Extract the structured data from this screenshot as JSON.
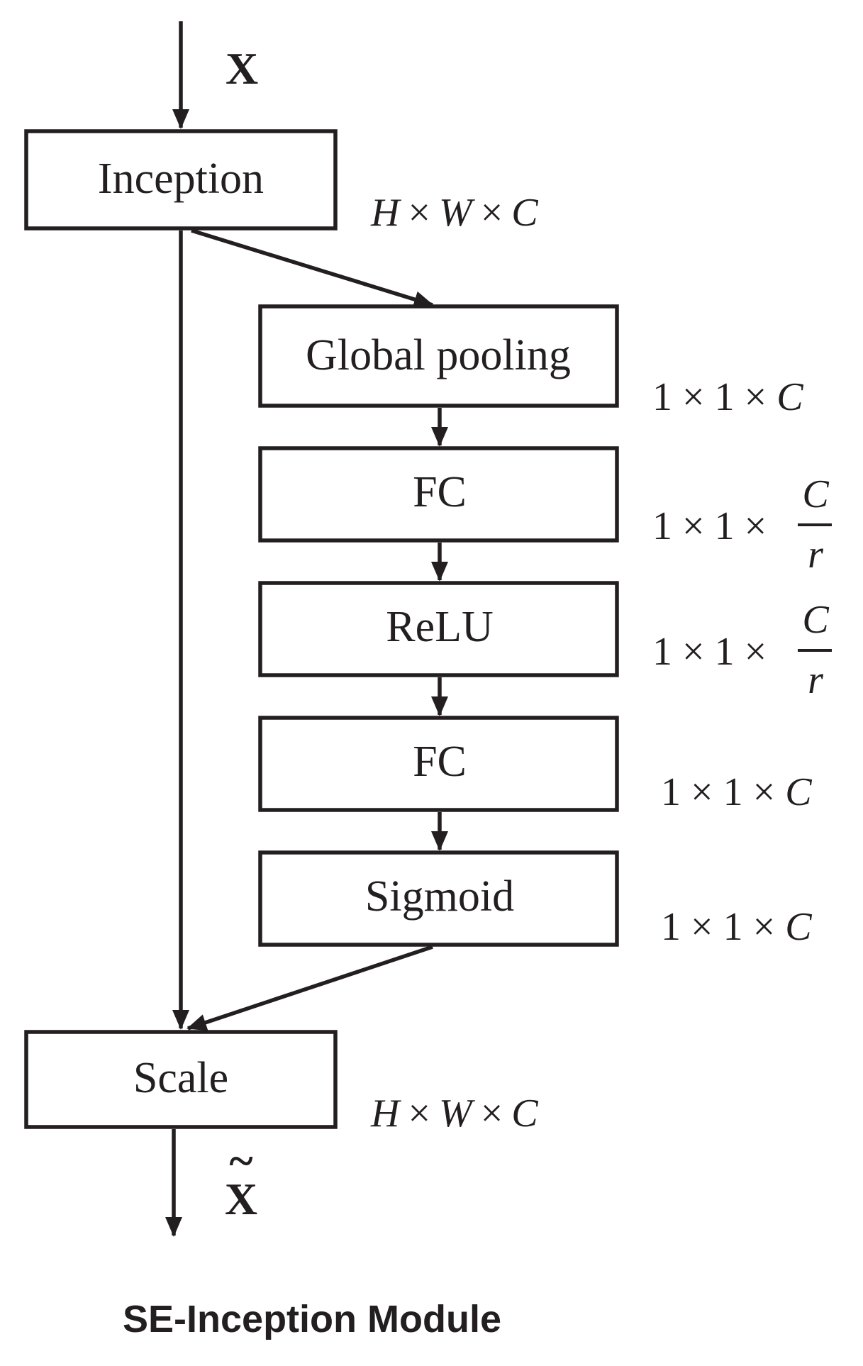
{
  "input_label": "X",
  "output_label": "X",
  "output_accent": "~",
  "caption": "SE-Inception Module",
  "nodes": {
    "inception": "Inception",
    "global_pooling": "Global pooling",
    "fc1": "FC",
    "relu": "ReLU",
    "fc2": "FC",
    "sigmoid": "Sigmoid",
    "scale": "Scale"
  },
  "dims": {
    "inception": {
      "a": "H",
      "b": "W",
      "c": "C"
    },
    "global_pooling": {
      "a": "1",
      "b": "1",
      "c": "C"
    },
    "fc1": {
      "a": "1",
      "b": "1",
      "num": "C",
      "den": "r"
    },
    "relu": {
      "a": "1",
      "b": "1",
      "num": "C",
      "den": "r"
    },
    "fc2": {
      "a": "1",
      "b": "1",
      "c": "C"
    },
    "sigmoid": {
      "a": "1",
      "b": "1",
      "c": "C"
    },
    "scale": {
      "a": "H",
      "b": "W",
      "c": "C"
    }
  },
  "times_symbol": "×",
  "colors": {
    "ink": "#231f20",
    "background": "#ffffff"
  }
}
